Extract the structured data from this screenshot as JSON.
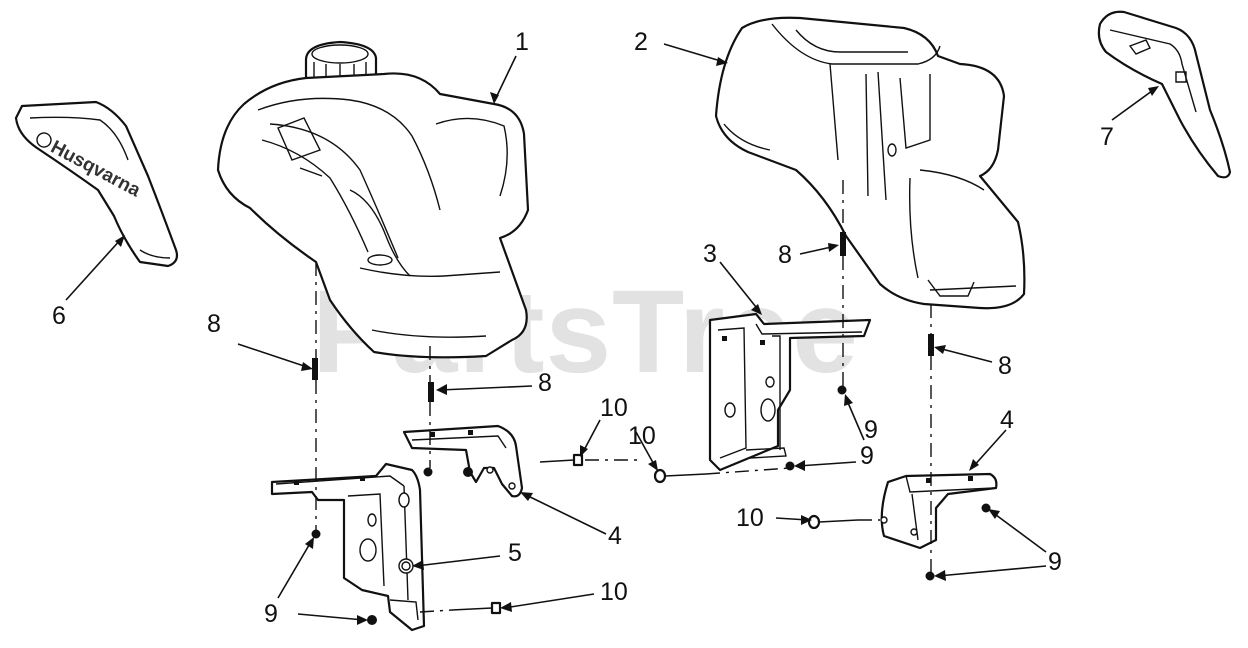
{
  "watermark": {
    "text": "PartsTree",
    "trademark": "™"
  },
  "logo_text": "Husqvarna",
  "callouts": [
    {
      "id": "c1",
      "label": "1"
    },
    {
      "id": "c2",
      "label": "2"
    },
    {
      "id": "c3",
      "label": "3"
    },
    {
      "id": "c4a",
      "label": "4"
    },
    {
      "id": "c4b",
      "label": "4"
    },
    {
      "id": "c5",
      "label": "5"
    },
    {
      "id": "c6",
      "label": "6"
    },
    {
      "id": "c7",
      "label": "7"
    },
    {
      "id": "c8a",
      "label": "8"
    },
    {
      "id": "c8b",
      "label": "8"
    },
    {
      "id": "c8c",
      "label": "8"
    },
    {
      "id": "c8d",
      "label": "8"
    },
    {
      "id": "c9a",
      "label": "9"
    },
    {
      "id": "c9b",
      "label": "9"
    },
    {
      "id": "c9c",
      "label": "9"
    },
    {
      "id": "c9d",
      "label": "9"
    },
    {
      "id": "c10a",
      "label": "10"
    },
    {
      "id": "c10b",
      "label": "10"
    },
    {
      "id": "c10c",
      "label": "10"
    },
    {
      "id": "c10d",
      "label": "10"
    }
  ],
  "colors": {
    "line": "#111111",
    "watermark": "#e2e2e2",
    "background": "#ffffff"
  }
}
